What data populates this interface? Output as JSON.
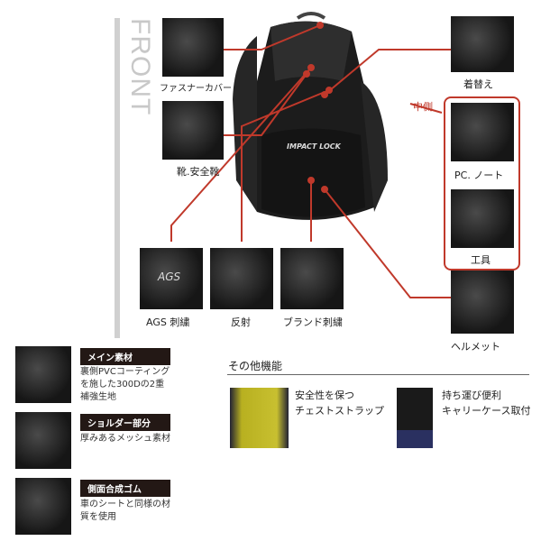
{
  "front_label": "FRONT",
  "callouts": {
    "zipper_cover": "ファスナーカバー",
    "shoes": "靴.安全靴",
    "clothes": "着替え",
    "inside": "中側",
    "pc_note": "PC. ノート",
    "tools": "工具",
    "helmet": "ヘルメット",
    "ags_embroidery": "AGS 刺繍",
    "reflective": "反射",
    "brand_embroidery": "ブランド刺繍"
  },
  "backpack_logo": "IMPACT LOCK",
  "ags_logo": "AGS",
  "materials": [
    {
      "title": "メイン素材",
      "text": "裏側PVCコーティングを施した300Dの2重補強生地"
    },
    {
      "title": "ショルダー部分",
      "text": "厚みあるメッシュ素材"
    },
    {
      "title": "側面合成ゴム",
      "text": "車のシートと同様の材質を使用"
    }
  ],
  "other_features": {
    "title": "その他機能",
    "items": [
      {
        "line1": "安全性を保つ",
        "line2": "チェストストラップ"
      },
      {
        "line1": "持ち運び便利",
        "line2": "キャリーケース取付"
      }
    ]
  },
  "colors": {
    "accent": "#c0392b",
    "label_bg": "#231815"
  }
}
